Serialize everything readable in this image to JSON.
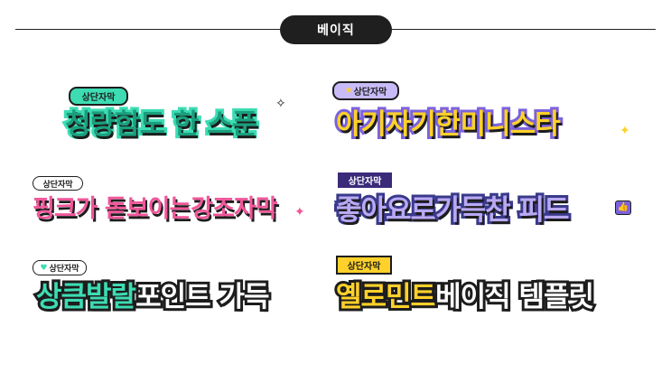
{
  "header": {
    "badge": "베이직"
  },
  "captions": [
    {
      "tag": "상단자막",
      "parts": [
        "청량함",
        "도 한 스푼"
      ]
    },
    {
      "tag": "상단자막",
      "parts": [
        "아기자기한 ",
        "미니스타"
      ]
    },
    {
      "tag": "상단자막",
      "parts": [
        "핑크가 돋보이는 ",
        "강조자막"
      ]
    },
    {
      "tag": "상단자막",
      "parts": [
        "좋아요로 ",
        "가득찬 피드"
      ]
    },
    {
      "tag": "상단자막",
      "parts": [
        "상큼발랄 ",
        "포인트 가득"
      ]
    },
    {
      "tag": "상단자막",
      "parts": [
        "옐로민트 ",
        "베이직 템플릿"
      ]
    }
  ],
  "colors": {
    "mint": "#3ddcb3",
    "lavender": "#b9a9f4",
    "pink": "#f0579a",
    "purple": "#7b62dd",
    "navy": "#3a3a8a",
    "yellow": "#ffd12a",
    "dark": "#1d1d1d"
  }
}
